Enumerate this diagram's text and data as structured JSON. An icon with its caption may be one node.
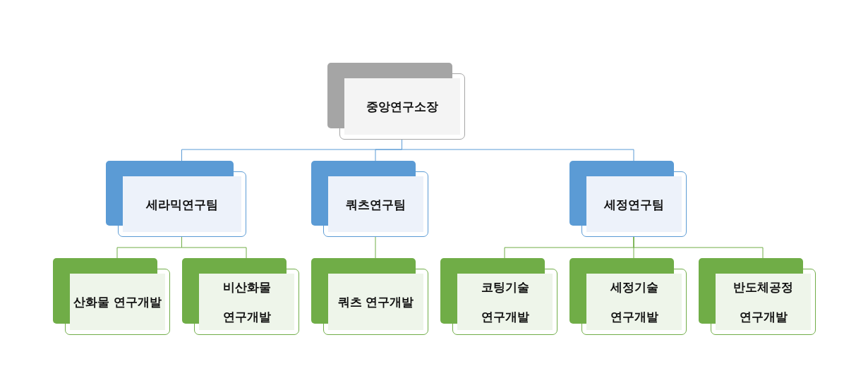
{
  "diagram": {
    "nodes": [
      {
        "text": [
          "중앙연구소장"
        ]
      },
      {
        "text": [
          "세라믹연구팀"
        ]
      },
      {
        "text": [
          "쿼츠연구팀"
        ]
      },
      {
        "text": [
          "세정연구팀"
        ]
      },
      {
        "text": [
          "산화물 연구개발"
        ]
      },
      {
        "text": [
          "비산화물 연구개발"
        ]
      },
      {
        "text": [
          "쿼츠 연구개발"
        ]
      },
      {
        "text": [
          "코팅기술 연구개발"
        ]
      },
      {
        "text": [
          "세정기술 연구개발"
        ]
      },
      {
        "text": [
          "반도체공정 연구개발"
        ]
      }
    ],
    "edges": [
      {
        "from": 0,
        "to": 1,
        "arrow": "none",
        "color": "#5b9bd5"
      },
      {
        "from": 0,
        "to": 2,
        "arrow": "none",
        "color": "#5b9bd5"
      },
      {
        "from": 0,
        "to": 3,
        "arrow": "none",
        "color": "#5b9bd5"
      },
      {
        "from": 1,
        "to": 4,
        "arrow": "none"
      },
      {
        "from": 1,
        "to": 5,
        "arrow": "none"
      },
      {
        "from": 2,
        "to": 6,
        "arrow": "none"
      },
      {
        "from": 3,
        "to": 7,
        "arrow": "none"
      },
      {
        "from": 3,
        "to": 8,
        "arrow": "none"
      },
      {
        "from": 3,
        "to": 9,
        "arrow": "none"
      }
    ]
  }
}
